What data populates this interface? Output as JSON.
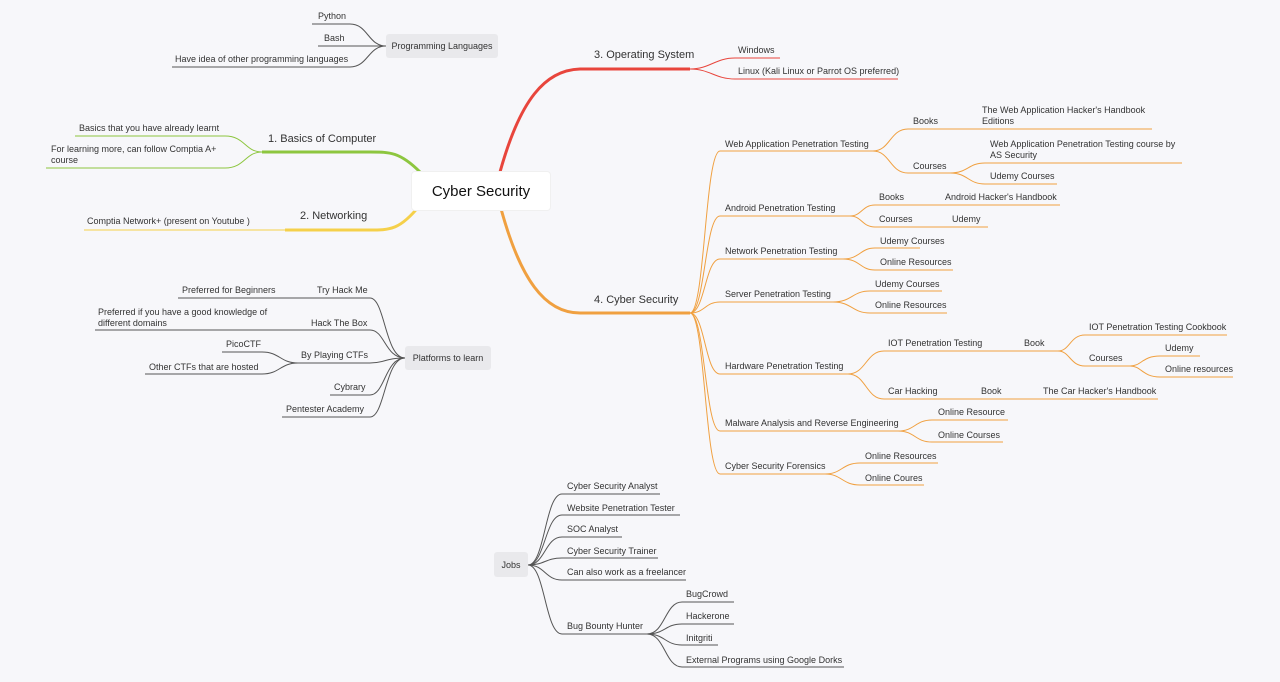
{
  "root": "Cyber Security",
  "colors": {
    "background": "#f7f7fa",
    "red": "#e8453c",
    "orange": "#f0a040",
    "green": "#8dc63f",
    "yellow": "#f5d04a",
    "gray": "#555555"
  },
  "programming": {
    "title": "Programming Languages",
    "items": [
      "Python",
      "Bash",
      "Have idea of other programming languages"
    ]
  },
  "basics": {
    "title": "1. Basics of Computer",
    "items": [
      "Basics that you have already learnt",
      "For learning more, can follow Comptia A+ course"
    ]
  },
  "networking": {
    "title": "2. Networking",
    "items": [
      "Comptia Network+ (present on Youtube )"
    ]
  },
  "platforms": {
    "title": "Platforms to learn",
    "try_hack_me": "Try Hack Me",
    "try_hack_me_note": "Preferred for Beginners",
    "hack_the_box": "Hack The Box",
    "hack_the_box_note": "Preferred if you have a good knowledge of different domains",
    "ctfs": "By Playing CTFs",
    "ctf_items": [
      "PicoCTF",
      "Other CTFs that are hosted"
    ],
    "cybrary": "Cybrary",
    "pentester": "Pentester Academy"
  },
  "os": {
    "title": "3. Operating System",
    "items": [
      "Windows",
      "Linux (Kali Linux or Parrot OS preferred)"
    ]
  },
  "cyber": {
    "title": "4.  Cyber Security",
    "web": {
      "title": "Web Application Penetration Testing",
      "books": "Books",
      "book_item": "The Web Application Hacker's Handbook Editions",
      "courses": "Courses",
      "course_items": [
        "Web Application Penetration Testing course by AS Security",
        "Udemy Courses"
      ]
    },
    "android": {
      "title": "Android Penetration Testing",
      "books": "Books",
      "book_item": "Android Hacker's Handbook",
      "courses": "Courses",
      "course_item": "Udemy"
    },
    "network": {
      "title": "Network Penetration Testing",
      "items": [
        "Udemy Courses",
        "Online Resources"
      ]
    },
    "server": {
      "title": "Server Penetration Testing",
      "items": [
        "Udemy Courses",
        "Online Resources"
      ]
    },
    "hardware": {
      "title": "Hardware Penetration Testing",
      "iot": "IOT Penetration Testing",
      "iot_book": "Book",
      "iot_book_item": "IOT Penetration Testing Cookbook",
      "iot_courses": "Courses",
      "iot_course_items": [
        "Udemy",
        "Online resources"
      ],
      "car": "Car Hacking",
      "car_book": "Book",
      "car_book_item": "The Car Hacker's Handbook"
    },
    "malware": {
      "title": "Malware Analysis and Reverse Engineering",
      "items": [
        "Online Resource",
        "Online Courses"
      ]
    },
    "forensics": {
      "title": "Cyber Security Forensics",
      "items": [
        "Online Resources",
        "Online Coures"
      ]
    }
  },
  "jobs": {
    "title": "Jobs",
    "items": [
      "Cyber Security Analyst",
      "Website Penetration Tester",
      "SOC Analyst",
      "Cyber Security Trainer",
      "Can also work as a freelancer"
    ],
    "bug_bounty": "Bug Bounty Hunter",
    "bug_bounty_items": [
      "BugCrowd",
      "Hackerone",
      "Initgriti",
      "External Programs using Google Dorks"
    ]
  }
}
